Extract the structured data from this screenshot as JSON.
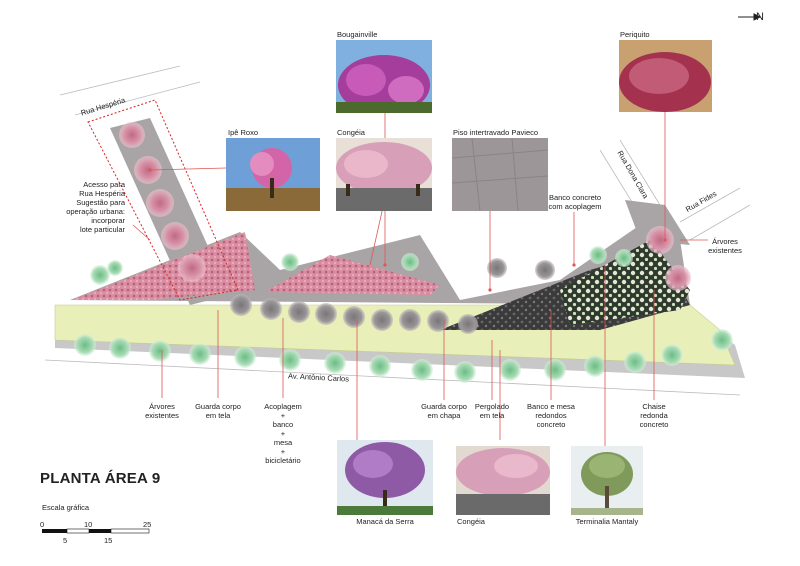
{
  "title": "PLANTA ÁREA 9",
  "scale": {
    "label": "Escala gráfica",
    "ticks_top": [
      "0",
      "10",
      "25"
    ],
    "ticks_bottom": [
      "5",
      "15"
    ]
  },
  "north": "N",
  "streets": {
    "rua_hesperia": "Rua Hespéria",
    "rua_dona_clara": "Rua Dona Clara",
    "rua_fides": "Rua Fides",
    "av_antonio_carlos": "Av. Antônio Carlos"
  },
  "labels": {
    "acesso": "Acesso para\nRua Hespéria\nSugestão para\noperação urbana:\nincorporar\nlote particular",
    "ipe_roxo": "Ipê Roxo",
    "bougainville": "Bougainville",
    "congeia_top": "Congéia",
    "piso": "Piso intertravado Pavieco",
    "periquito": "Periquito",
    "banco_acoplagem": "Banco concreto\ncom acoplagem",
    "arvores_existentes_right": "Árvores\nexistentes",
    "arvores_existentes_left": "Árvores\nexistentes",
    "guarda_corpo_tela": "Guarda corpo\nem tela",
    "acoplagem": "Acoplagem\n+\nbanco\n+\nmesa\n+\nbicicletário",
    "guarda_corpo_chapa": "Guarda corpo\nem chapa",
    "pergolado": "Pergolado\nem tela",
    "banco_mesa": "Banco e mesa\nredondos\nconcreto",
    "chaise": "Chaise\nredonda\nconcreto",
    "manaca": "Manacá da Serra",
    "congeia_bottom": "Congéia",
    "terminalia": "Terminalia Mantaly"
  },
  "colors": {
    "pavement": "#a9a4a6",
    "lawn": "#e8efb8",
    "bed_pink": "#d88aa0",
    "bed_dark": "#3a3a3a",
    "callout": "#e05555",
    "tree_green": "#8fcfa0",
    "path_dotted": "#dd2222"
  }
}
